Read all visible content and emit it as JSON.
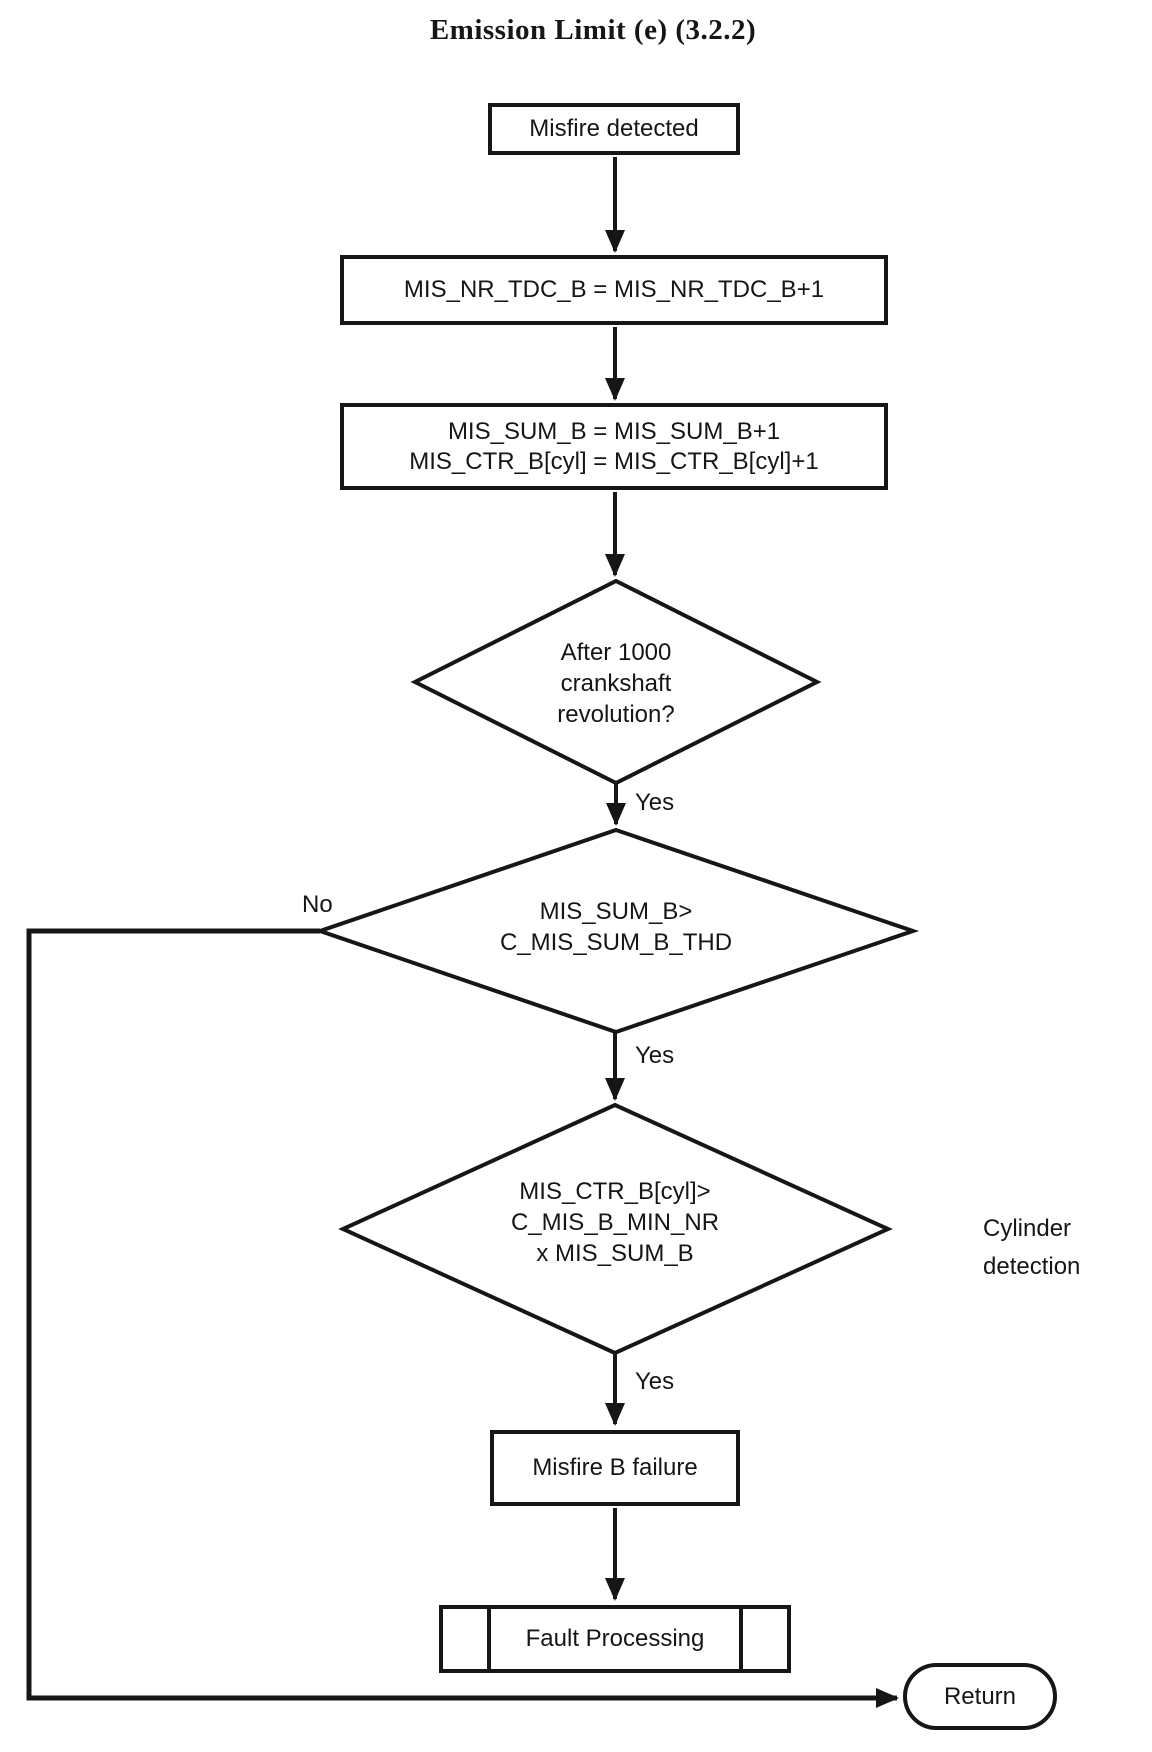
{
  "title": "Emission Limit (e) (3.2.2)",
  "nodes": {
    "misfire_detected": {
      "label": "Misfire detected"
    },
    "increment_tdc": {
      "lines": [
        "MIS_NR_TDC_B = MIS_NR_TDC_B+1"
      ]
    },
    "increment_sum": {
      "lines": [
        "MIS_SUM_B = MIS_SUM_B+1",
        "MIS_CTR_B[cyl] = MIS_CTR_B[cyl]+1"
      ]
    },
    "decision_revolutions": {
      "lines": [
        "After 1000",
        "crankshaft",
        "revolution?"
      ]
    },
    "decision_sum_threshold": {
      "lines": [
        "MIS_SUM_B>",
        "C_MIS_SUM_B_THD"
      ]
    },
    "decision_cylinder": {
      "lines": [
        "MIS_CTR_B[cyl]>",
        "C_MIS_B_MIN_NR",
        "x MIS_SUM_B"
      ]
    },
    "misfire_failure": {
      "label": "Misfire B failure"
    },
    "fault_processing": {
      "label": "Fault Processing"
    },
    "return_node": {
      "label": "Return"
    }
  },
  "edge_labels": {
    "yes": "Yes",
    "no": "No"
  },
  "annotations": {
    "cylinder_detection": {
      "lines": [
        "Cylinder",
        "detection"
      ]
    }
  },
  "colors": {
    "ink": "#161616",
    "background": "#ffffff"
  }
}
